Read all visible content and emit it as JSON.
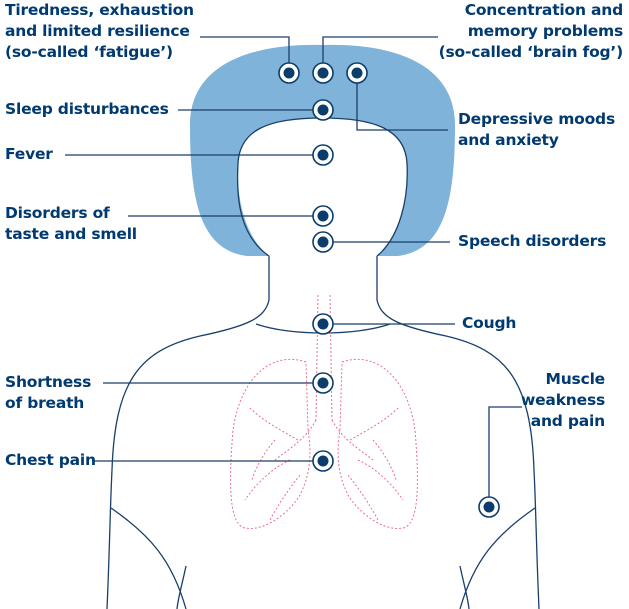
{
  "colors": {
    "head": "#7fb3d9",
    "outline": "#1a3f6a",
    "lungs": "#e8708a",
    "marker": "#0a3d6b",
    "label": "#003a70"
  },
  "symptoms": {
    "fatigue": [
      "Tiredness, exhaustion",
      "and limited resilience",
      "(so-called ‘fatigue’)"
    ],
    "brain_fog": [
      "Concentration and",
      "memory problems",
      "(so-called ‘brain fog’)"
    ],
    "sleep": [
      "Sleep disturbances"
    ],
    "depressive": [
      "Depressive moods",
      "and anxiety"
    ],
    "fever": [
      "Fever"
    ],
    "taste_smell": [
      "Disorders of",
      "taste and smell"
    ],
    "speech": [
      "Speech disorders"
    ],
    "cough": [
      "Cough"
    ],
    "breath": [
      "Shortness",
      "of breath"
    ],
    "muscle": [
      "Muscle",
      "weakness",
      "and pain"
    ],
    "chest": [
      "Chest pain"
    ]
  }
}
